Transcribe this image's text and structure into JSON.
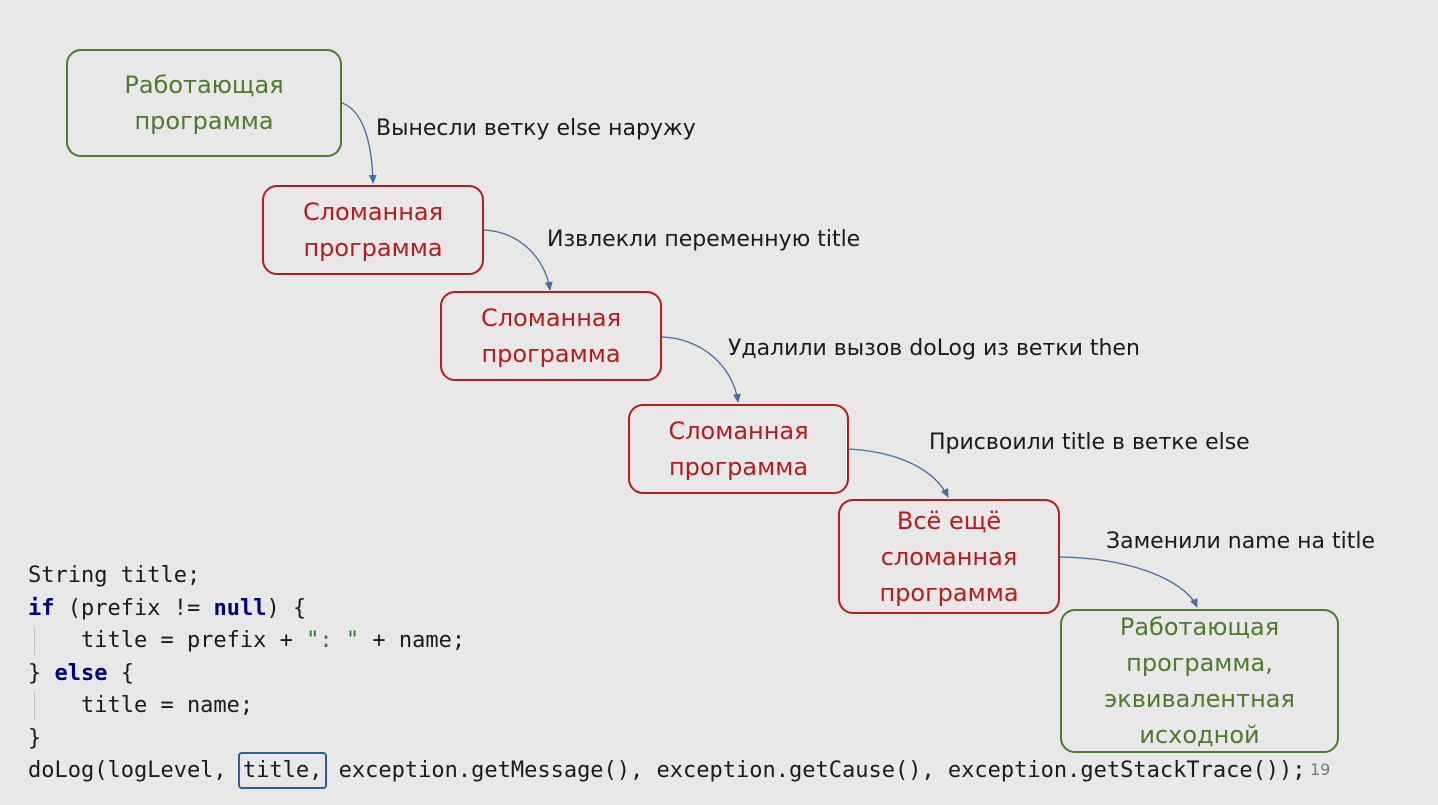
{
  "slide": {
    "page_number": "19"
  },
  "diagram": {
    "boxes": [
      {
        "id": "working-start",
        "text": "Работающая\nпрограмма",
        "kind": "working"
      },
      {
        "id": "broken-1",
        "text": "Сломанная\nпрограмма",
        "kind": "broken"
      },
      {
        "id": "broken-2",
        "text": "Сломанная\nпрограмма",
        "kind": "broken"
      },
      {
        "id": "broken-3",
        "text": "Сломанная\nпрограмма",
        "kind": "broken"
      },
      {
        "id": "still-broken",
        "text": "Всё ещё\nсломанная\nпрограмма",
        "kind": "broken"
      },
      {
        "id": "working-end",
        "text": "Работающая\nпрограмма,\nэквивалентная\nисходной",
        "kind": "working"
      }
    ],
    "steps": [
      {
        "label": "Вынесли ветку else наружу"
      },
      {
        "label": "Извлекли переменную title"
      },
      {
        "label": "Удалили вызов doLog из ветки then"
      },
      {
        "label": "Присвоили title в ветке else"
      },
      {
        "label": "Заменили name на title"
      }
    ],
    "colors": {
      "working": "#4e7a2e",
      "broken": "#b71c1c",
      "arrow": "#4a6aa0",
      "highlight": "#2f5d9a"
    }
  },
  "code": {
    "line1": "String title;",
    "line2_kw_if": "if",
    "line2_mid": " (prefix != ",
    "line2_kw_null": "null",
    "line2_end": ") {",
    "line3_pre": "    title = prefix + ",
    "line3_str": "\": \"",
    "line3_post": " + name;",
    "line4_open": "} ",
    "line4_kw_else": "else",
    "line4_close": " {",
    "line5": "    title = name;",
    "line6": "}",
    "line7_pre": "doLog(logLevel, ",
    "line7_highlight": "title,",
    "line7_post": " exception.getMessage(), exception.getCause(), exception.getStackTrace());"
  }
}
